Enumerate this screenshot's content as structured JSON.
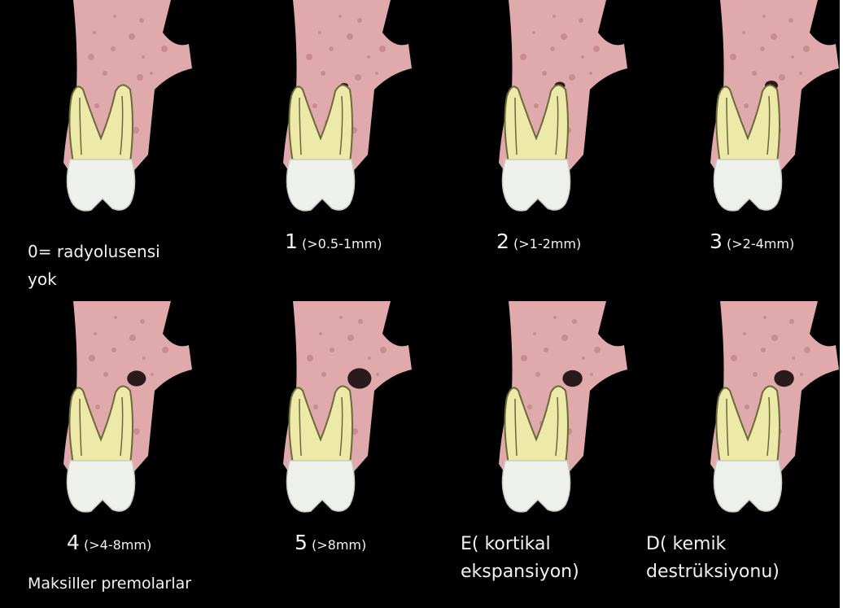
{
  "colors": {
    "background": "#000000",
    "bone": "#e0a9ab",
    "bone_speckle": "#b87779",
    "root": "#ece9a9",
    "root_outline": "#6b6a38",
    "crown": "#eef0ec",
    "lesion": "#2a1a1c",
    "text": "#f2f2f2"
  },
  "stages": [
    {
      "lesion": 0,
      "label_main": "0=  radyolusensi",
      "label_line2": "yok"
    },
    {
      "lesion": 0.5,
      "label_main": "1",
      "label_small": "(>0.5-1mm)"
    },
    {
      "lesion": 0.75,
      "label_main": "2",
      "label_small": "(>1-2mm)"
    },
    {
      "lesion": 1.0,
      "label_main": "3",
      "label_small": "(>2-4mm)"
    },
    {
      "lesion": 1.6,
      "label_main": "4",
      "label_small": "(>4-8mm)"
    },
    {
      "lesion": 2.1,
      "label_main": "5",
      "label_small": "(>8mm)"
    },
    {
      "lesion": 1.7,
      "label_main": "E( kortikal",
      "label_line2": "ekspansiyon)"
    },
    {
      "lesion": 1.7,
      "label_main": "D( kemik",
      "label_line2": "destrüksiyonu)"
    }
  ],
  "caption": "Maksiller  premolarlar"
}
